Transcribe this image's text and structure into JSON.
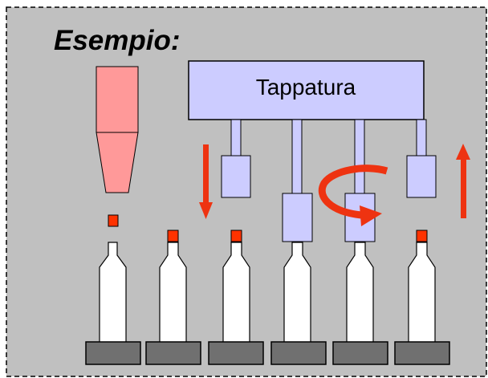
{
  "diagram": {
    "title": "Esempio:",
    "machine_label": "Tappatura",
    "colors": {
      "panel_background": "#c0c0c0",
      "machine_fill": "#ccccff",
      "hopper_fill": "#ff9999",
      "cap_fill": "#ff3300",
      "arrow_fill": "#ee3311",
      "bottle_fill": "#ffffff",
      "base_fill": "#707070"
    },
    "stations": [
      {
        "name": "feed",
        "cap": "falling",
        "head": "none"
      },
      {
        "name": "cap-placed",
        "cap": "on-bottle",
        "head": "none"
      },
      {
        "name": "descend",
        "cap": "on-bottle",
        "head": "raised",
        "motion": "down"
      },
      {
        "name": "press",
        "cap": "on-bottle",
        "head": "lowered"
      },
      {
        "name": "screw",
        "cap": "on-bottle",
        "head": "lowered",
        "motion": "rotate"
      },
      {
        "name": "release",
        "cap": "on-bottle",
        "head": "raised",
        "motion": "up"
      }
    ]
  }
}
